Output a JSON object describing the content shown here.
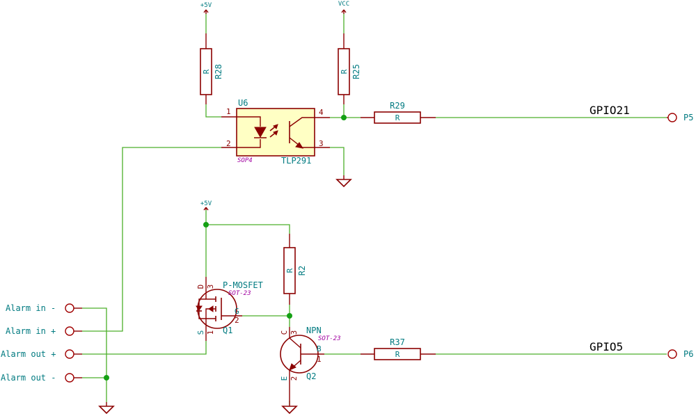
{
  "power": {
    "r28_supply": "+5V",
    "r25_supply": "VCC",
    "q1_supply": "+5V"
  },
  "ports": {
    "alarm_in_minus": "Alarm in -",
    "alarm_in_plus": "Alarm in +",
    "alarm_out_plus": "Alarm out +",
    "alarm_out_minus": "Alarm out -",
    "p5": "P5",
    "p6": "P6"
  },
  "nets": {
    "gpio21": "GPIO21",
    "gpio5": "GPIO5"
  },
  "components": {
    "r28": {
      "ref": "R28",
      "value": "R"
    },
    "r25": {
      "ref": "R25",
      "value": "R"
    },
    "r29": {
      "ref": "R29",
      "value": "R"
    },
    "r2": {
      "ref": "R2",
      "value": "R"
    },
    "r37": {
      "ref": "R37",
      "value": "R"
    },
    "u6": {
      "ref": "U6",
      "value": "TLP291",
      "package": "SOP4",
      "pins": {
        "p1": "1",
        "p2": "2",
        "p3": "3",
        "p4": "4"
      }
    },
    "q1": {
      "ref": "Q1",
      "value": "P-MOSFET",
      "package": "SOT-23",
      "pins": {
        "d": "D",
        "d_num": "3",
        "g": "G",
        "g_num": "2",
        "s": "S",
        "s_num": "1"
      }
    },
    "q2": {
      "ref": "Q2",
      "value": "NPN",
      "package": "SOT-23",
      "pins": {
        "c": "C",
        "c_num": "3",
        "b": "B",
        "b_num": "1",
        "e": "E",
        "e_num": "2"
      }
    }
  },
  "colors": {
    "wire": "#4caf2a",
    "component": "#8b0000",
    "label": "#007a80",
    "package": "#a000a0",
    "optocoupler_fill": "#ffffc4"
  }
}
